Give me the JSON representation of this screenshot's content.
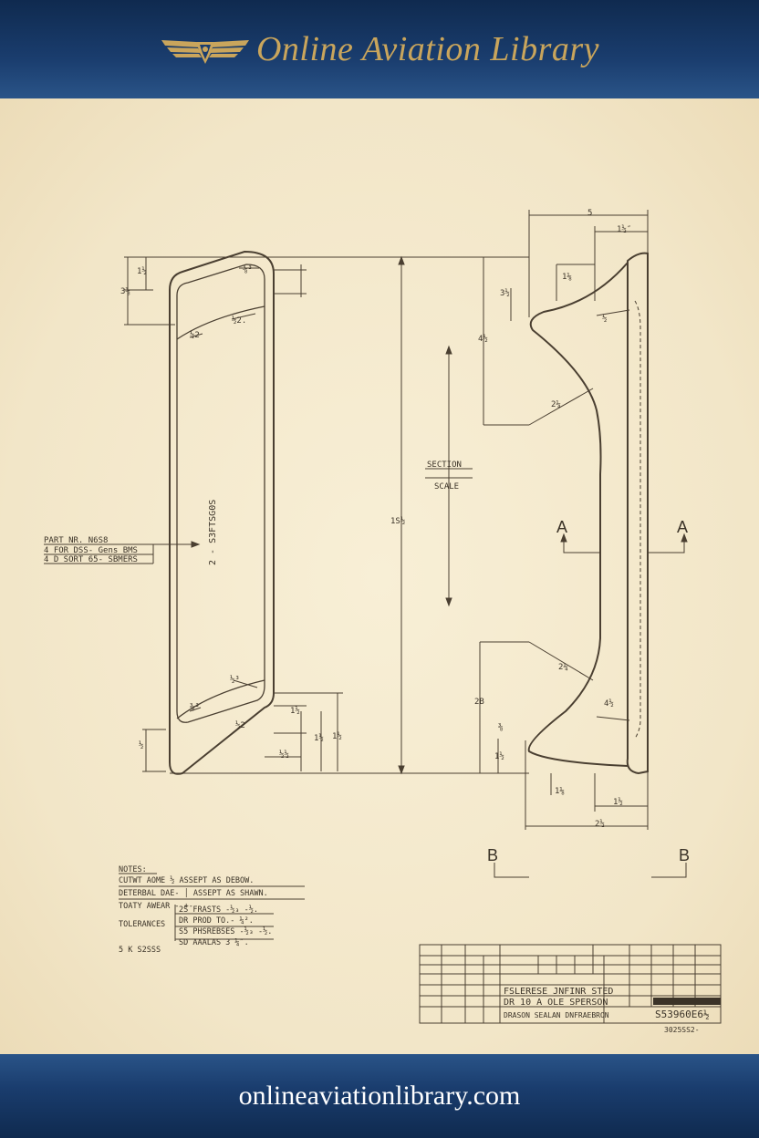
{
  "site": {
    "title": "Online Aviation Library",
    "url": "onlineaviationlibrary.com",
    "logo_icon": "winged-emblem-icon",
    "colors": {
      "header": "#1a3d6e",
      "gold": "#c9a55c",
      "paper": "#f4ead0",
      "ink": "#3b3328"
    }
  },
  "drawing": {
    "part_callout": [
      "PART  NR.  N6S8",
      "4  FOR DSS-  Gens BMS",
      "4   D   SORT  65-  SBMERS"
    ],
    "vertical_text": "2 - S3FTSG0S",
    "section_label": [
      "SECTION",
      "SCALE"
    ],
    "section_marks": {
      "a_left": "A",
      "a_right": "A",
      "b_left": "B",
      "b_right": "B"
    },
    "notes": {
      "heading": "NOTES:",
      "lines": [
        "CUTWT  AOME  ½  ASSEPT  AS  DEBOW.",
        "DETERBAL  DAE-  │  ASSEPT  AS  SHAWN.",
        "TOATY  AWEAR  -  +-"
      ],
      "tolerance_label": "TOLERANCES",
      "tolerance_lines": [
        "2S  FRASTS  -½₃  -½.",
        "DR  PROD  TO.-  ¼².",
        "S5  PHSREBSES  -½₃  -½.",
        "SD  AAALAS  3  ¼″."
      ],
      "footer_line": "5  K  S2SSS"
    },
    "title_block": {
      "line1": "FSLERESE  JNFINR  STED",
      "line2": "DR  10 A  OLE  SPERSON",
      "line3": "DRASON  SEALAN  DNFRAEBRON",
      "drawing_number": "S53960E6½",
      "sheet_number": "3025SS2-"
    },
    "dimensions": {
      "top_width": "5",
      "top_offset": "1½″",
      "left_top_a": "1½",
      "left_top_b": "3⅜",
      "left_corner_a": "⅜³",
      "left_corner_b": "½2.",
      "left_corner_c": "½2",
      "overall_height": "1S½",
      "right_top_a": "1⅛",
      "right_top_b": "3½",
      "right_top_c": "4½",
      "right_top_d": "½",
      "right_curve_top": "2¼",
      "right_curve_bottom": "2¼",
      "right_bottom_a": "2B",
      "right_bottom_b": "⅜",
      "right_bottom_c": "1½",
      "right_bottom_d": "4½",
      "bottom_width": "2½",
      "bottom_offset": "1⅛",
      "left_bot_a": "½³",
      "left_bot_b": "⅜³",
      "left_bot_c": "½2",
      "left_bot_d": "1½",
      "left_bot_e": "½½",
      "left_bot_f": "1½",
      "left_bot_g": "1½",
      "left_bot_h": "½"
    }
  }
}
